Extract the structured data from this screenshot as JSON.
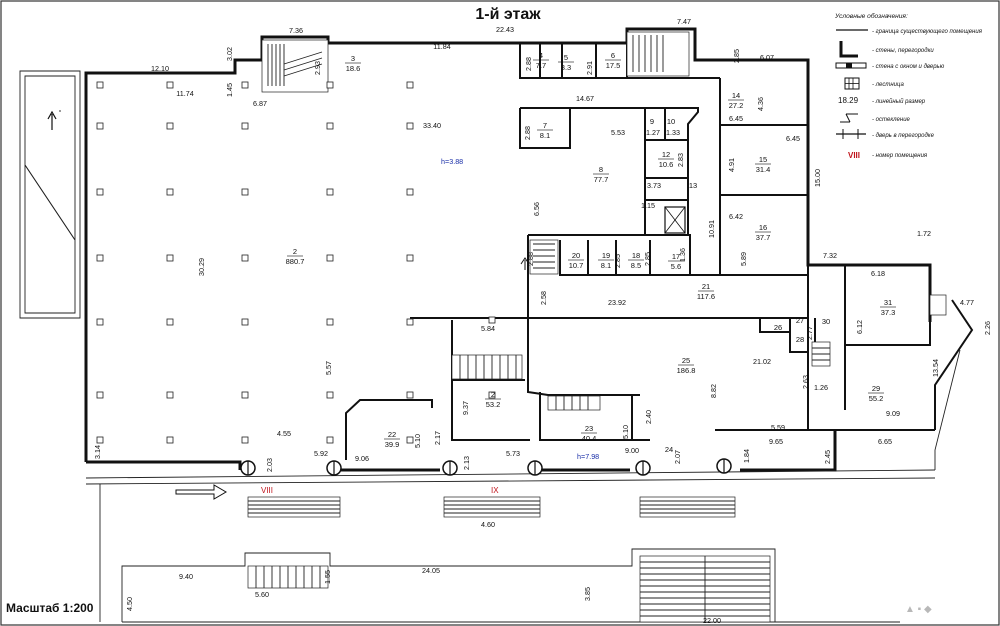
{
  "title": "1-й этаж",
  "scale": "Масштаб 1:200",
  "legend": {
    "title": "Условные обозначения:",
    "items": [
      {
        "icon": "existing-boundary-line",
        "text": "- граница существующего помещения"
      },
      {
        "icon": "wall-icon",
        "text": "- стены, перегородки"
      },
      {
        "icon": "wall-opening-door-icon",
        "text": "- стена с окном и дверью"
      },
      {
        "icon": "staircase-icon",
        "text": "- лестница"
      },
      {
        "icon": "linear-dimension-icon",
        "sample": "18.29",
        "text": "- линейный размер"
      },
      {
        "icon": "opening-icon",
        "text": "- остекление"
      },
      {
        "icon": "partition-door-icon",
        "text": "- дверь в перегородке"
      },
      {
        "icon": "room-number-icon",
        "sample": "VIII",
        "text": "- номер помещения"
      }
    ]
  },
  "heights": [
    "h=3.88",
    "h=7.98"
  ],
  "sections": [
    "VIII",
    "IX"
  ],
  "rooms": [
    {
      "no": "2",
      "area": "880.7"
    },
    {
      "no": "3",
      "area": "18.6"
    },
    {
      "no": "4",
      "area": "7.7"
    },
    {
      "no": "5",
      "area": "8.3"
    },
    {
      "no": "6",
      "area": "17.5"
    },
    {
      "no": "7",
      "area": "8.1"
    },
    {
      "no": "8",
      "area": "77.7"
    },
    {
      "no": "9",
      "area": ""
    },
    {
      "no": "10",
      "area": ""
    },
    {
      "no": "12",
      "area": "10.6"
    },
    {
      "no": "13",
      "area": ""
    },
    {
      "no": "14",
      "area": "27.2"
    },
    {
      "no": "15",
      "area": "31.4"
    },
    {
      "no": "16",
      "area": "37.7"
    },
    {
      "no": "17",
      "area": "5.6"
    },
    {
      "no": "18",
      "area": "8.5"
    },
    {
      "no": "19",
      "area": "8.1"
    },
    {
      "no": "20",
      "area": "10.7"
    },
    {
      "no": "21",
      "area": "117.6"
    },
    {
      "no": "22",
      "area": "39.9"
    },
    {
      "no": "2",
      "area": "53.2"
    },
    {
      "no": "23",
      "area": "40.4"
    },
    {
      "no": "24",
      "area": ""
    },
    {
      "no": "25",
      "area": "186.8"
    },
    {
      "no": "26",
      "area": ""
    },
    {
      "no": "27",
      "area": ""
    },
    {
      "no": "28",
      "area": ""
    },
    {
      "no": "29",
      "area": "55.2"
    },
    {
      "no": "30",
      "area": ""
    },
    {
      "no": "31",
      "area": "37.3"
    }
  ],
  "dimensions": [
    "7.36",
    "22.43",
    "7.47",
    "3.02",
    "2.93",
    "11.84",
    "12.10",
    "11.74",
    "1.45",
    "6.87",
    "2.88",
    "2.91",
    "2.85",
    "6.07",
    "33.40",
    "14.67",
    "4.36",
    "2.88",
    "5.53",
    "1.27",
    "1.33",
    "6.45",
    "6.45",
    "2.83",
    "4.91",
    "15.00",
    "3.73",
    "1.15",
    "6.56",
    "10.91",
    "6.42",
    "2.88",
    "2.85",
    "2.85",
    "1.36",
    "5.89",
    "7.32",
    "1.72",
    "30.29",
    "6.18",
    "2.58",
    "23.92",
    "4.77",
    "6.12",
    "2.26",
    "5.84",
    "2.77",
    "5.57",
    "2.63",
    "21.02",
    "13.54",
    "8.82",
    "1.26",
    "9.37",
    "2.40",
    "9.09",
    "5.10",
    "2.17",
    "5.10",
    "4.55",
    "5.59",
    "9.65",
    "6.65",
    "3.14",
    "2.03",
    "5.92",
    "9.06",
    "2.13",
    "5.73",
    "9.00",
    "2.07",
    "1.84",
    "2.45",
    "4.60",
    "9.40",
    "24.05",
    "1.55",
    "5.60",
    "3.85",
    "4.50",
    "22.00"
  ]
}
